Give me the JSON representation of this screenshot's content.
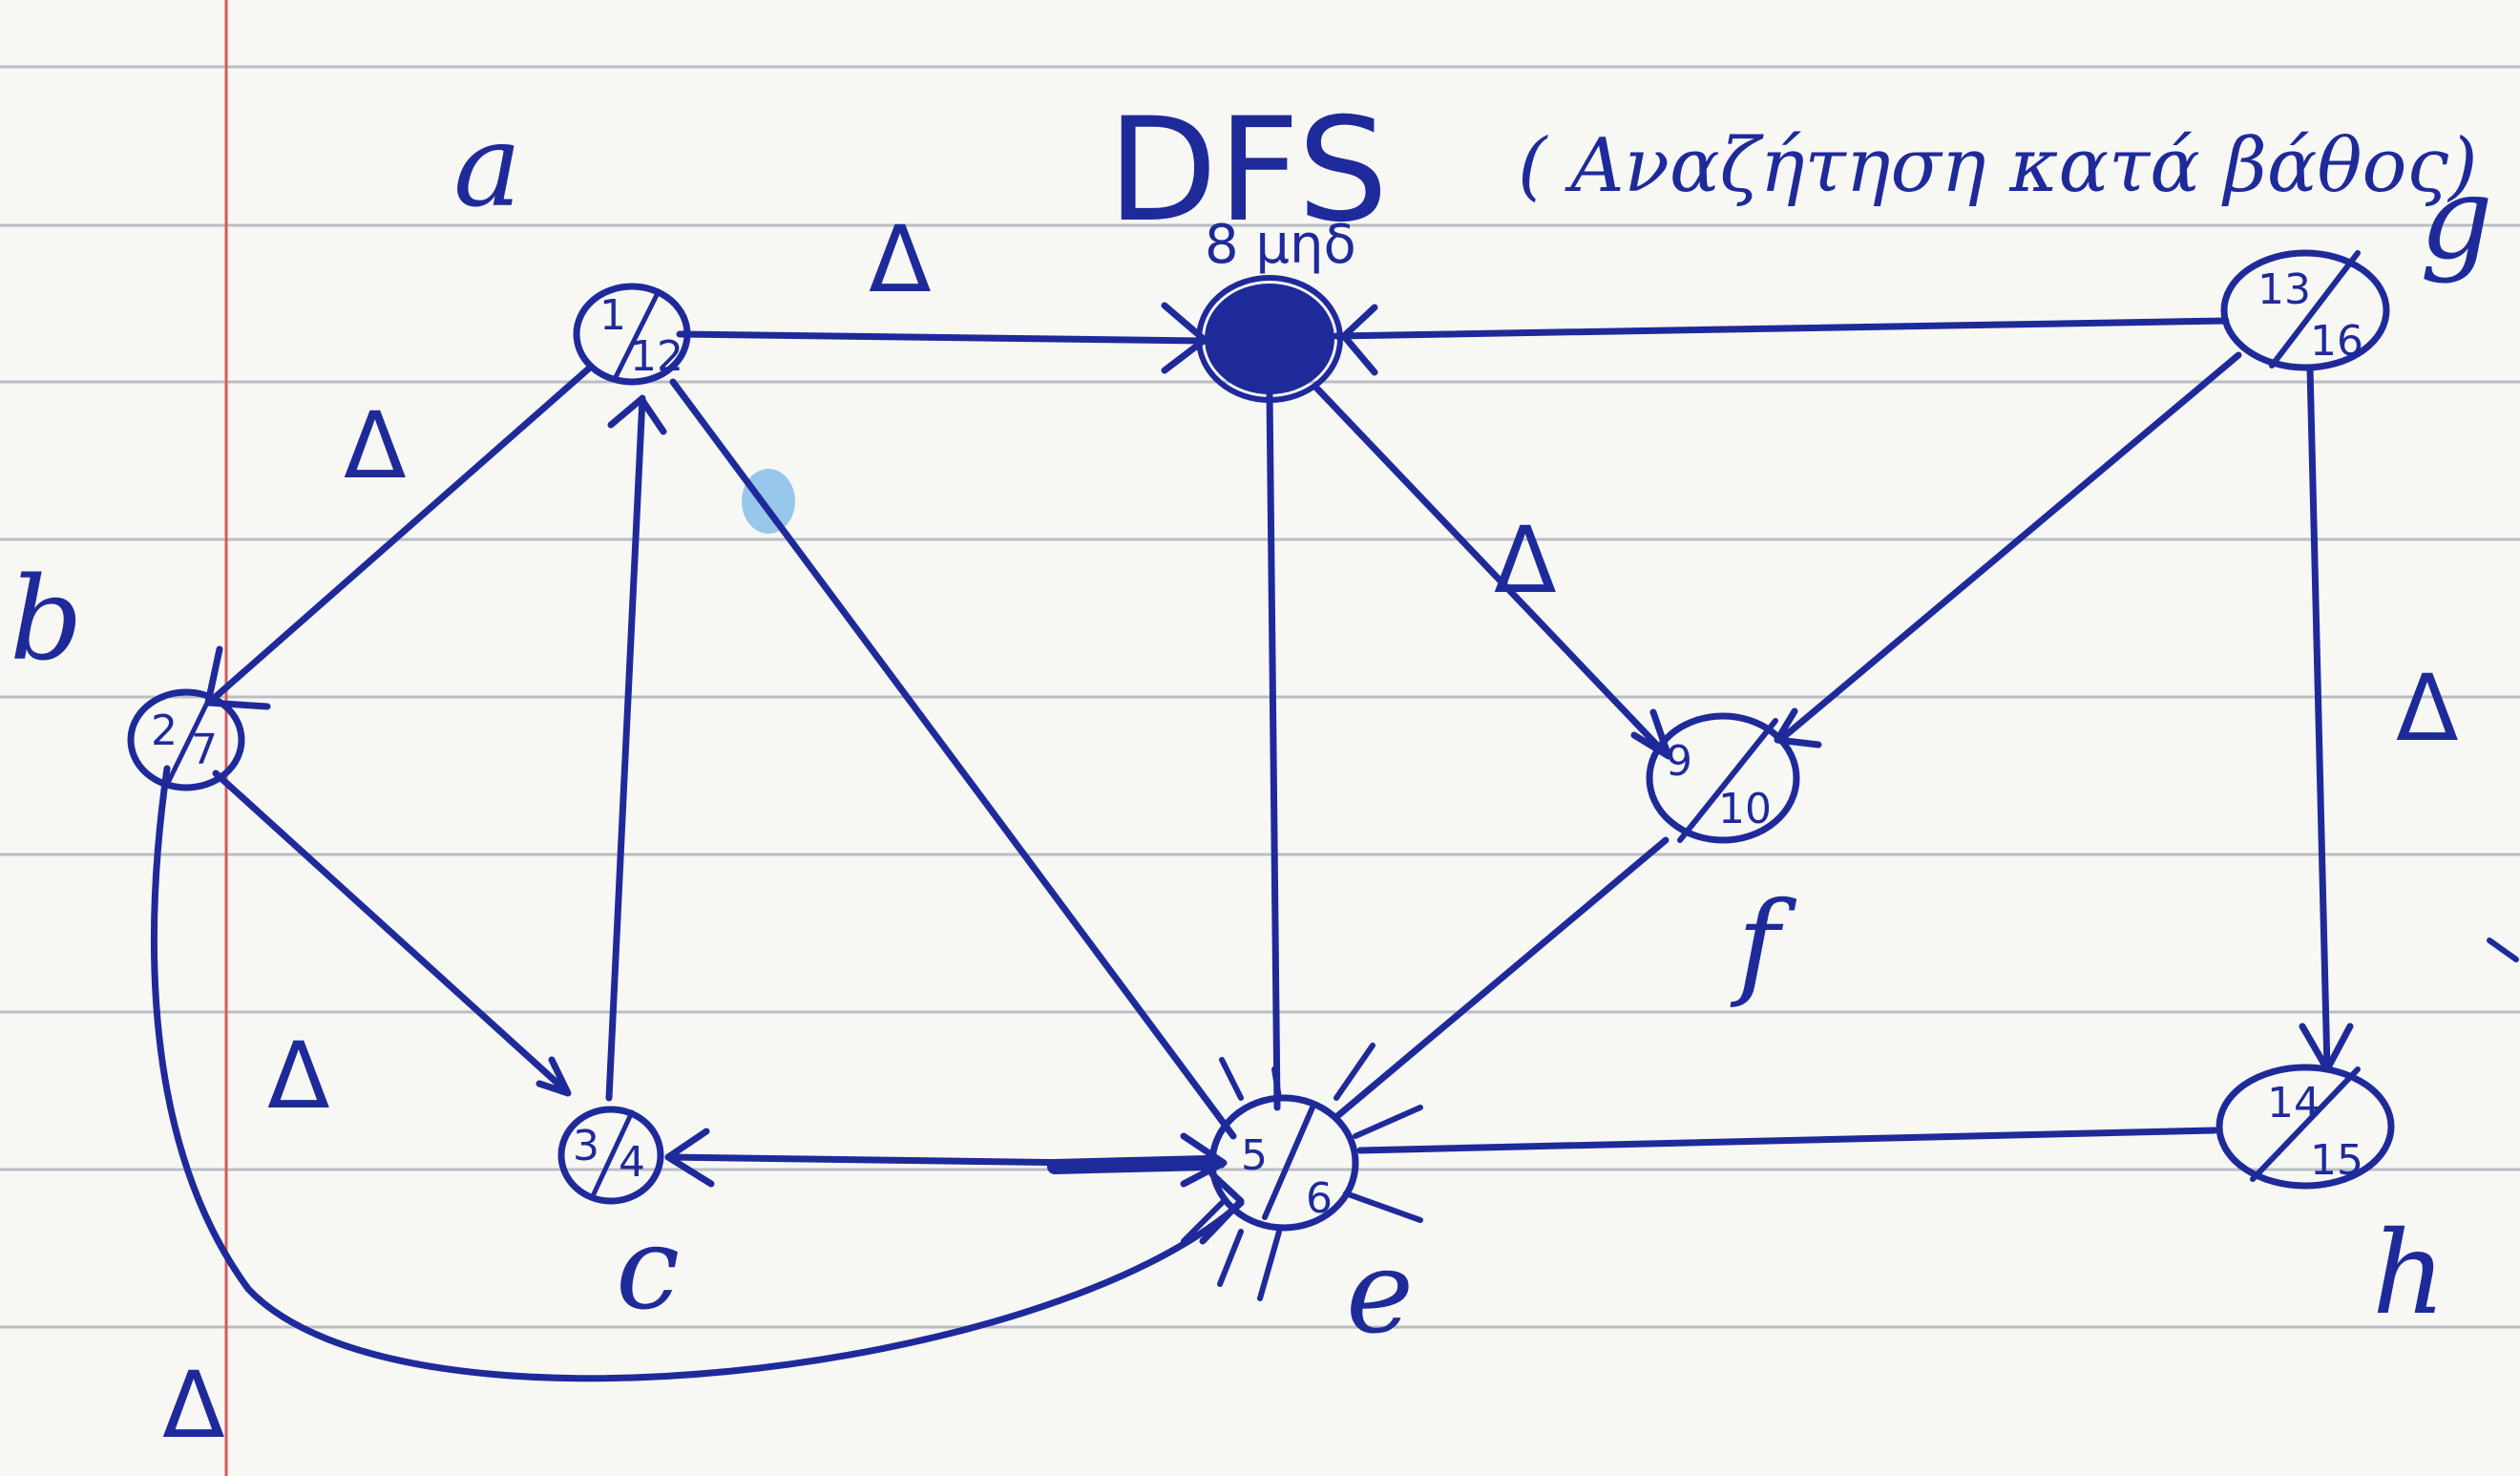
{
  "title": {
    "main": "DFS",
    "subtitle": "( Αναζήτηση κατά βάθος)"
  },
  "vertices": [
    {
      "id": "a",
      "label": "a",
      "discovery": "1",
      "finish": "12"
    },
    {
      "id": "b",
      "label": "b",
      "discovery": "2",
      "finish": "7"
    },
    {
      "id": "c",
      "label": "c",
      "discovery": "3",
      "finish": "4"
    },
    {
      "id": "e",
      "label": "e",
      "discovery": "5",
      "finish": "6"
    },
    {
      "id": "d",
      "label": "",
      "discovery": "",
      "finish": "",
      "note": "8 μηδ"
    },
    {
      "id": "f",
      "label": "f",
      "discovery": "9",
      "finish": "10"
    },
    {
      "id": "g",
      "label": "g",
      "discovery": "13",
      "finish": "16"
    },
    {
      "id": "h",
      "label": "h",
      "discovery": "14",
      "finish": "15"
    }
  ],
  "edge_marks": [
    "Δ",
    "Δ",
    "Δ",
    "Δ",
    "Δ",
    "Δ"
  ],
  "colors": {
    "ink": "#1f2a9a",
    "paper": "#f7f7f4",
    "rule_line": "#8a8f9c",
    "margin_line": "#d65a5a",
    "blue_smudge": "#4aa0e6"
  }
}
